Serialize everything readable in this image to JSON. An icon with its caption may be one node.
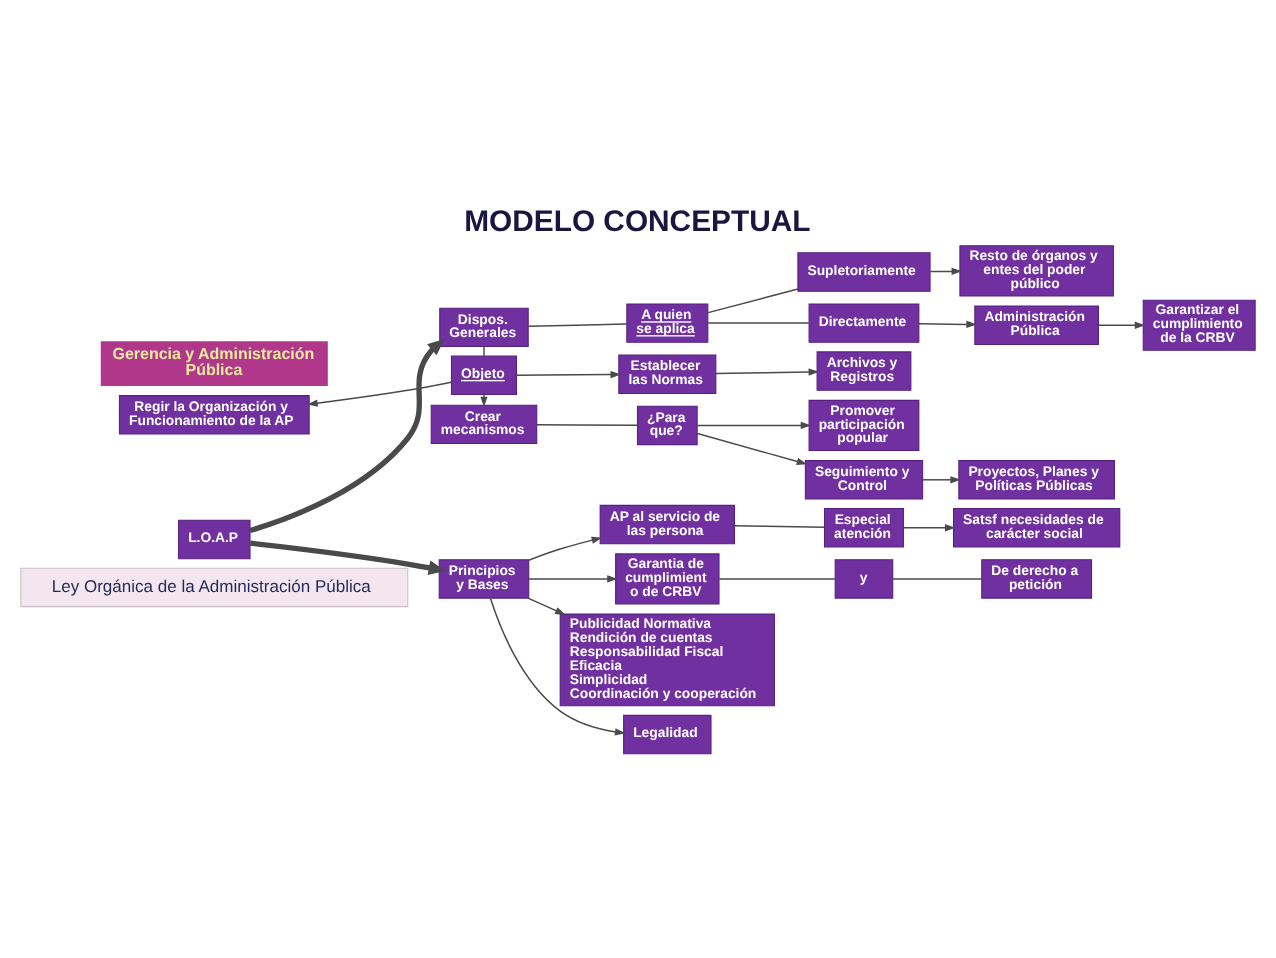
{
  "diagram": {
    "title": "MODELO CONCEPTUAL",
    "nodes": [
      {
        "text": [
          "Ley Orgánica de la Administración Pública"
        ]
      },
      {
        "text": [
          "¿Para que?"
        ]
      },
      {
        "text": [
          "Promover participación popular"
        ]
      },
      {
        "text": [
          "Seguimiento y Control"
        ]
      },
      {
        "text": [
          "Proyectos, Planes y Políticas Públicas"
        ]
      },
      {
        "text": [
          "Crear mecanismos"
        ]
      },
      {
        "text": [
          "Regir la Organización y Funcionamiento de la AP"
        ]
      },
      {
        "text": [
          "Establecer las Normas"
        ]
      },
      {
        "text": [
          "Archivos y Registros"
        ]
      },
      {
        "text": [
          "Administración Pública"
        ]
      },
      {
        "text": [
          "Garantizar el cumplimiento de la CRBV"
        ]
      },
      {
        "text": [
          "Objeto"
        ]
      },
      {
        "text": [
          "A quien se aplica"
        ]
      },
      {
        "text": [
          "Directamente"
        ]
      },
      {
        "text": [
          "Dispos. Generales"
        ]
      },
      {
        "text": [
          "Supletoriamente"
        ]
      },
      {
        "text": [
          "Resto de órganos y entes del poder público"
        ]
      },
      {
        "text": [
          "L.O.A.P"
        ]
      },
      {
        "text": [
          "Legalidad"
        ]
      },
      {
        "text": [
          "Especial atención"
        ]
      },
      {
        "text": [
          "Satsf necesidades de carácter social"
        ]
      },
      {
        "text": [
          "AP al servicio de las persona"
        ]
      },
      {
        "text": [
          "Principios y Bases"
        ]
      },
      {
        "text": [
          "Garantia de cumplimient o de CRBV"
        ]
      },
      {
        "text": [
          "y"
        ]
      },
      {
        "text": [
          "De derecho a petición"
        ]
      },
      {
        "text": [
          "Publicidad Normativa",
          "Rendición de cuentas",
          "Responsabilidad Fiscal",
          "Eficacia",
          "Simplicidad",
          "Coordinación y cooperación"
        ]
      }
    ],
    "edges": [
      {
        "from": 11,
        "to": 6,
        "arrow": "to"
      },
      {
        "from": 11,
        "to": 5,
        "arrow": "to"
      },
      {
        "from": 11,
        "to": 7,
        "arrow": "to"
      },
      {
        "from": 14,
        "to": 11,
        "arrow": "none"
      },
      {
        "from": 5,
        "to": 1,
        "arrow": "none"
      },
      {
        "from": 1,
        "to": 2,
        "arrow": "to"
      },
      {
        "from": 1,
        "to": 3,
        "arrow": "to"
      },
      {
        "from": 3,
        "to": 4,
        "arrow": "to"
      },
      {
        "from": 7,
        "to": 8,
        "arrow": "to"
      },
      {
        "from": 14,
        "to": 12,
        "arrow": "none"
      },
      {
        "from": 12,
        "to": 13,
        "arrow": "none"
      },
      {
        "from": 12,
        "to": 15,
        "arrow": "none"
      },
      {
        "from": 13,
        "to": 9,
        "arrow": "to"
      },
      {
        "from": 9,
        "to": 10,
        "arrow": "to"
      },
      {
        "from": 15,
        "to": 16,
        "arrow": "to"
      },
      {
        "from": 17,
        "to": 14,
        "arrow": "to",
        "style": "thick"
      },
      {
        "from": 17,
        "to": 22,
        "arrow": "to",
        "style": "thick"
      },
      {
        "from": 22,
        "to": 18,
        "arrow": "to"
      },
      {
        "from": 22,
        "to": 21,
        "arrow": "to"
      },
      {
        "from": 22,
        "to": 23,
        "arrow": "to"
      },
      {
        "from": 22,
        "to": 26,
        "arrow": "to"
      },
      {
        "from": 21,
        "to": 19,
        "arrow": "none"
      },
      {
        "from": 19,
        "to": 20,
        "arrow": "to"
      },
      {
        "from": 23,
        "to": 24,
        "arrow": "none"
      },
      {
        "from": 24,
        "to": 25,
        "arrow": "none"
      }
    ],
    "labels": [
      "Gerencia y Administración Pública"
    ]
  }
}
